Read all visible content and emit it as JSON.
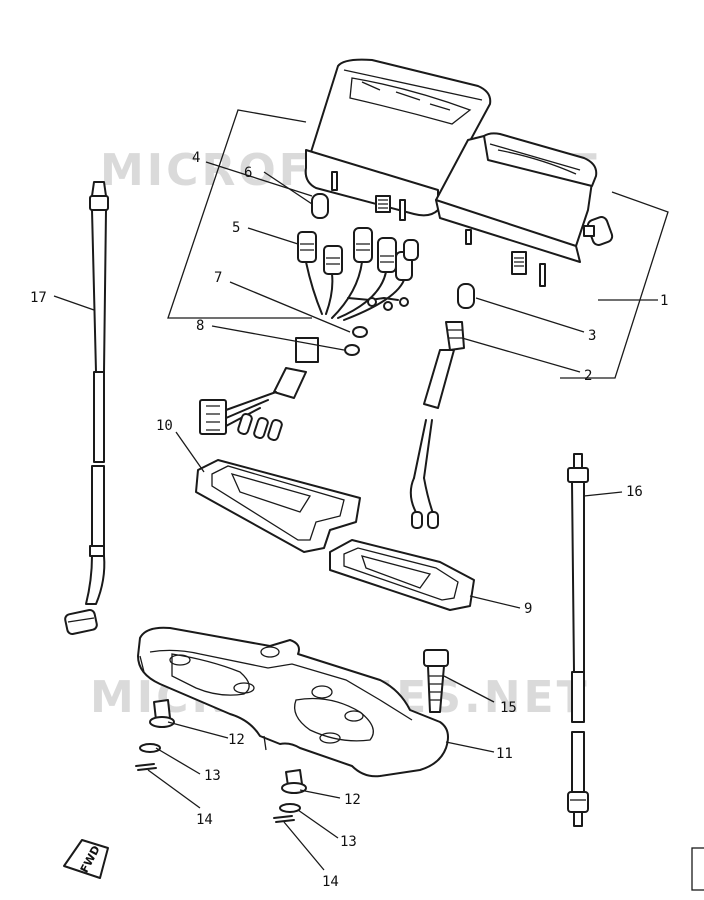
{
  "watermarks": {
    "top": "MICROFICHES.NET",
    "bottom": "MICROFICHES.NET"
  },
  "direction_badge": "FWD",
  "callouts": [
    {
      "id": "c1",
      "label": "1"
    },
    {
      "id": "c2",
      "label": "2"
    },
    {
      "id": "c3",
      "label": "3"
    },
    {
      "id": "c4",
      "label": "4"
    },
    {
      "id": "c5",
      "label": "5"
    },
    {
      "id": "c6",
      "label": "6"
    },
    {
      "id": "c7",
      "label": "7"
    },
    {
      "id": "c8",
      "label": "8"
    },
    {
      "id": "c9",
      "label": "9"
    },
    {
      "id": "c10",
      "label": "10"
    },
    {
      "id": "c11",
      "label": "11"
    },
    {
      "id": "c12a",
      "label": "12"
    },
    {
      "id": "c12b",
      "label": "12"
    },
    {
      "id": "c13a",
      "label": "13"
    },
    {
      "id": "c13b",
      "label": "13"
    },
    {
      "id": "c14a",
      "label": "14"
    },
    {
      "id": "c14b",
      "label": "14"
    },
    {
      "id": "c15",
      "label": "15"
    },
    {
      "id": "c16",
      "label": "16"
    },
    {
      "id": "c17",
      "label": "17"
    }
  ]
}
